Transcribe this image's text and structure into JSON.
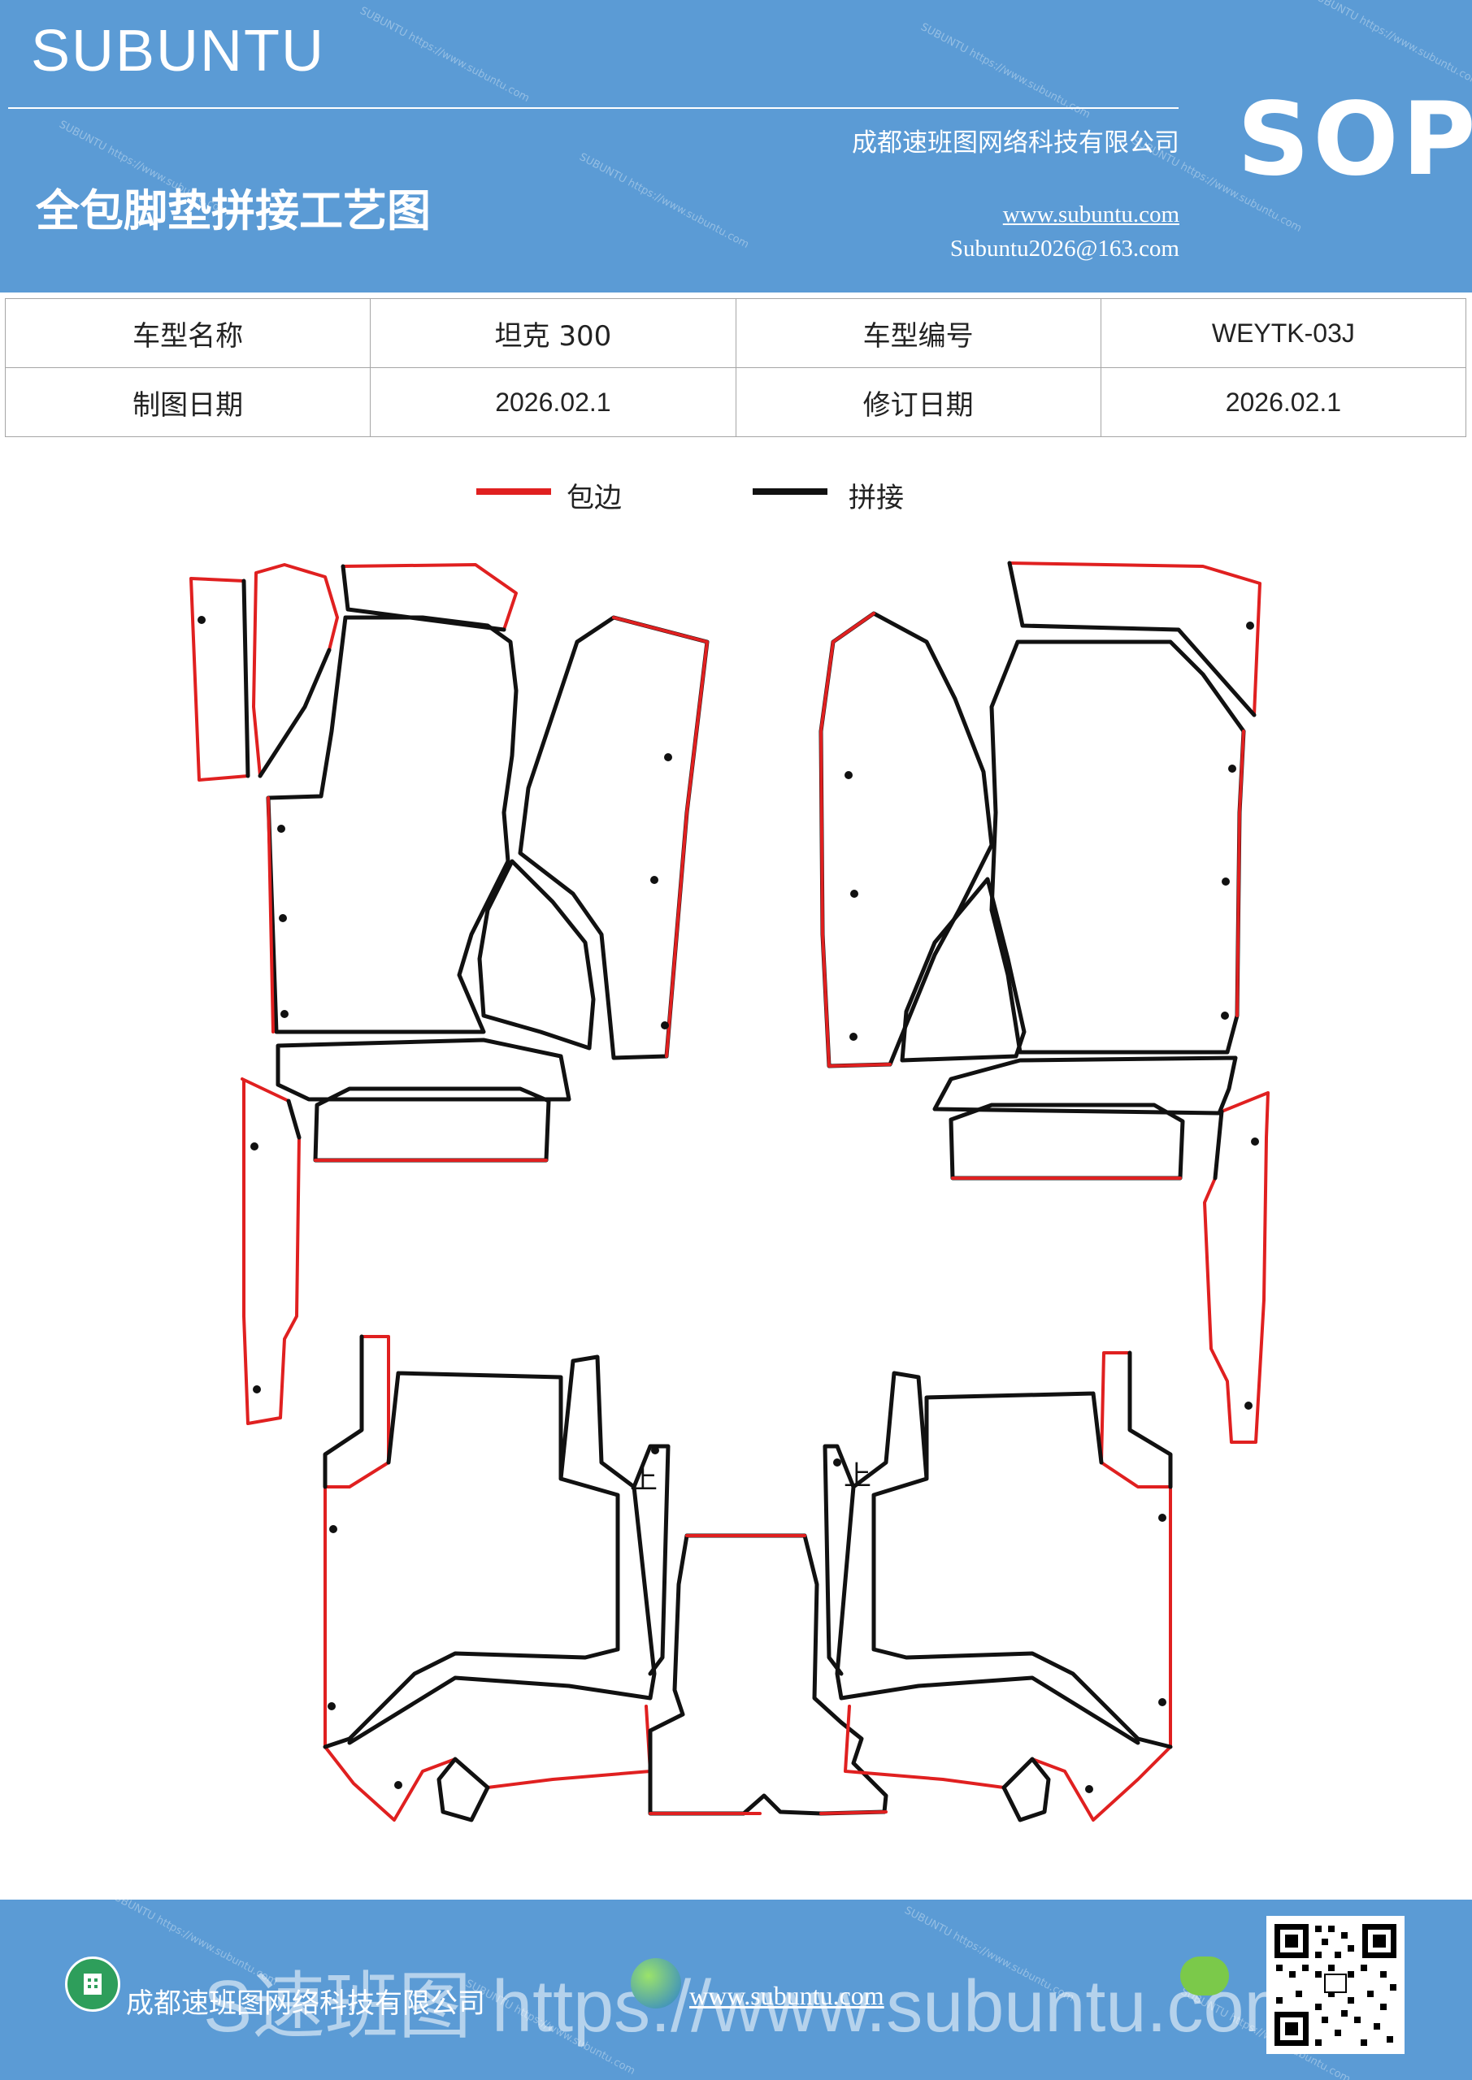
{
  "header": {
    "brand": "SUBUNTU",
    "company": "成都速班图网络科技有限公司",
    "title": "全包脚垫拼接工艺图",
    "website": "www.subuntu.com",
    "email": "Subuntu2026@163.com",
    "badge": "SOP",
    "background_color": "#5b9bd5"
  },
  "info_table": {
    "rows": [
      [
        "车型名称",
        "坦克 300",
        "车型编号",
        "WEYTK-03J"
      ],
      [
        "制图日期",
        "2026.02.1",
        "修订日期",
        "2026.02.1"
      ]
    ]
  },
  "legend": {
    "items": [
      {
        "label": "包边",
        "color": "#e02020"
      },
      {
        "label": "拼接",
        "color": "#111111"
      }
    ]
  },
  "diagram": {
    "marks": [
      {
        "text": "上"
      },
      {
        "text": "上"
      }
    ],
    "edge_color": "#e02020",
    "seam_color": "#111111"
  },
  "watermark": {
    "text": "SUBUNTU https://www.subuntu.com"
  },
  "footer": {
    "company": "成都速班图网络科技有限公司",
    "website": "www.subuntu.com",
    "overlay_text": "S速班图 https://www.subuntu.com",
    "icons": [
      "building-icon",
      "globe-icon",
      "wechat-icon",
      "qr-code-icon"
    ]
  }
}
